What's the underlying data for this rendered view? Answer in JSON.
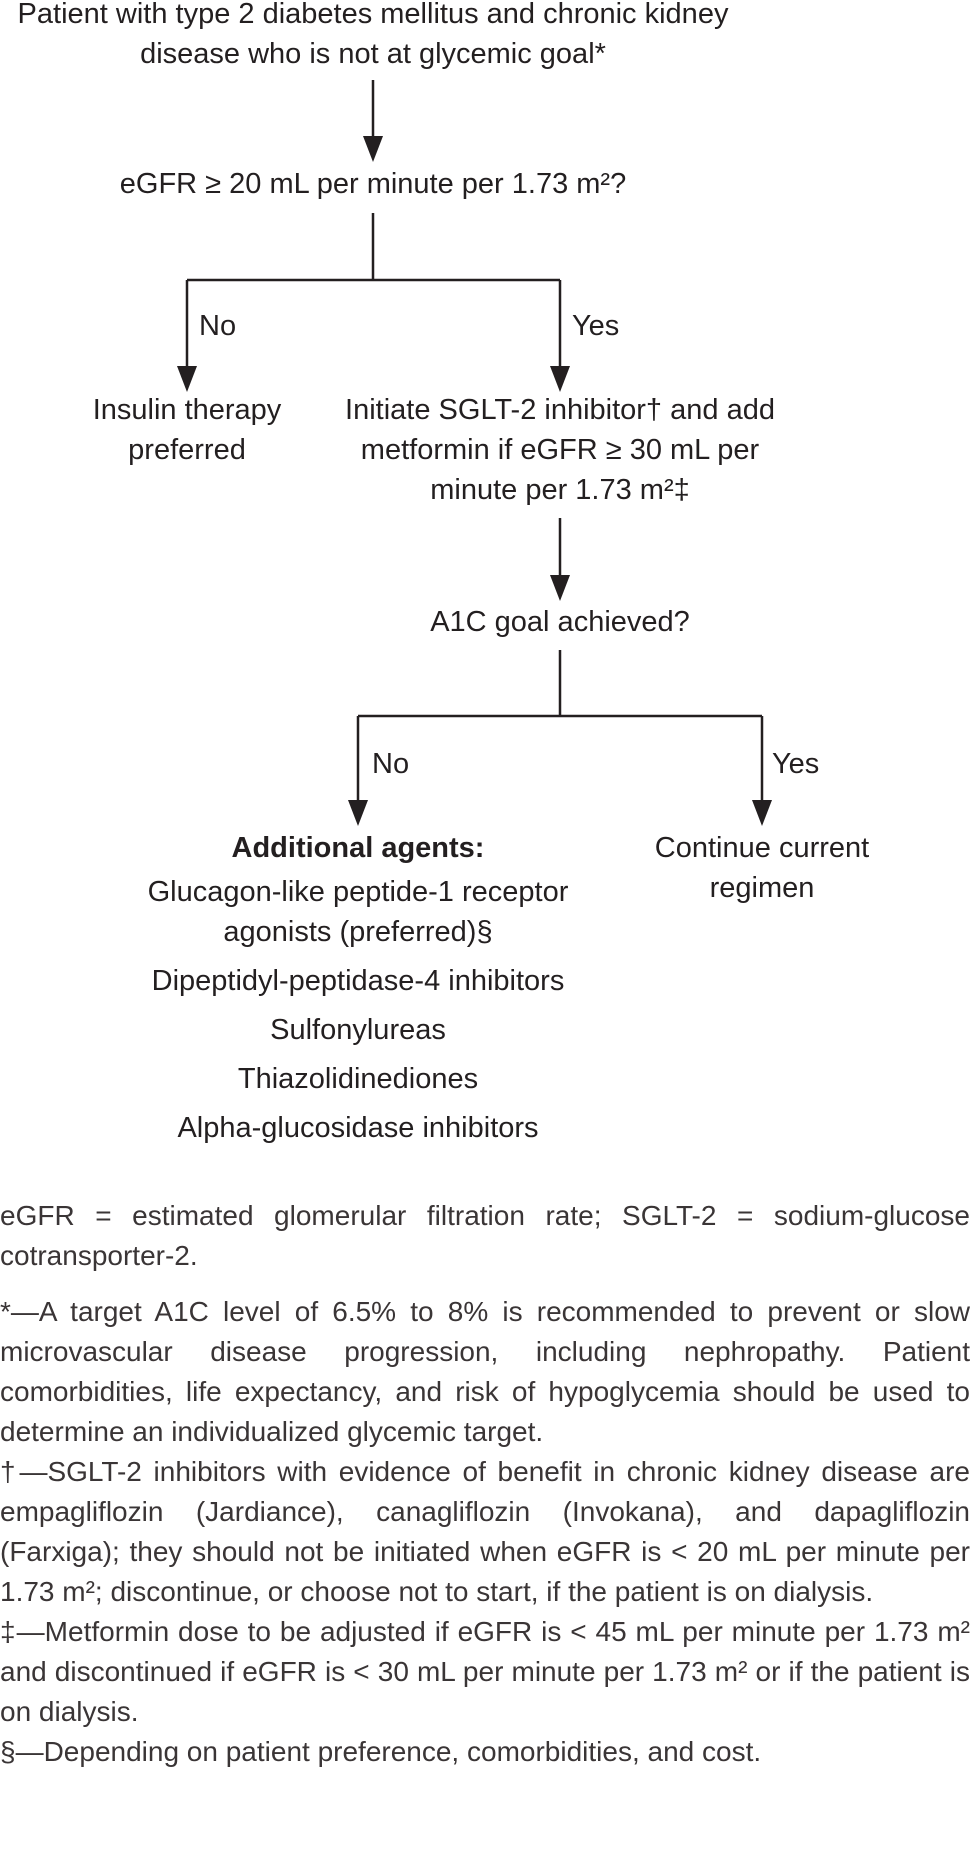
{
  "flowchart": {
    "start": "Patient with type 2 diabetes mellitus and chronic kidney disease who is not at glycemic goal*",
    "egfr_question": "eGFR ≥ 20 mL per minute per 1.73 m²?",
    "egfr_no_label": "No",
    "egfr_yes_label": "Yes",
    "insulin": "Insulin therapy preferred",
    "sglt2": "Initiate SGLT-2 inhibitor† and add metformin if eGFR ≥ 30 mL per minute per 1.73 m²‡",
    "a1c_question": "A1C goal achieved?",
    "a1c_no_label": "No",
    "a1c_yes_label": "Yes",
    "additional_title": "Additional agents:",
    "additional_agents": [
      "Glucagon-like peptide-1 receptor agonists (preferred)§",
      "Dipeptidyl-peptidase-4 inhibitors",
      "Sulfonylureas",
      "Thiazolidinediones",
      "Alpha-glucosidase inhibitors"
    ],
    "continue": "Continue current regimen"
  },
  "footnotes": {
    "abbreviations": "eGFR = estimated glomerular filtration rate; SGLT-2 = sodium-glucose cotransporter-2.",
    "star": "*—A target A1C level of 6.5% to 8% is recommended to prevent or slow microvascular disease progression, including nephropathy. Patient comorbidities, life expectancy, and risk of hypoglycemia should be used to determine an individualized glycemic target.",
    "dagger": "†—SGLT-2 inhibitors with evidence of benefit in chronic kidney disease are empagliflozin (Jardiance), canagliflozin (Invokana), and dapagliflozin (Farxiga); they should not be initiated when eGFR is < 20 mL per minute per 1.73 m²; discontinue, or choose not to start, if the patient is on dialysis.",
    "double_dagger": "‡—Metformin dose to be adjusted if eGFR is < 45 mL per minute per 1.73 m² and discontinued if eGFR is < 30 mL per minute per 1.73 m² or if the patient is on dialysis.",
    "section": "§—Depending on patient preference, comorbidities, and cost."
  }
}
